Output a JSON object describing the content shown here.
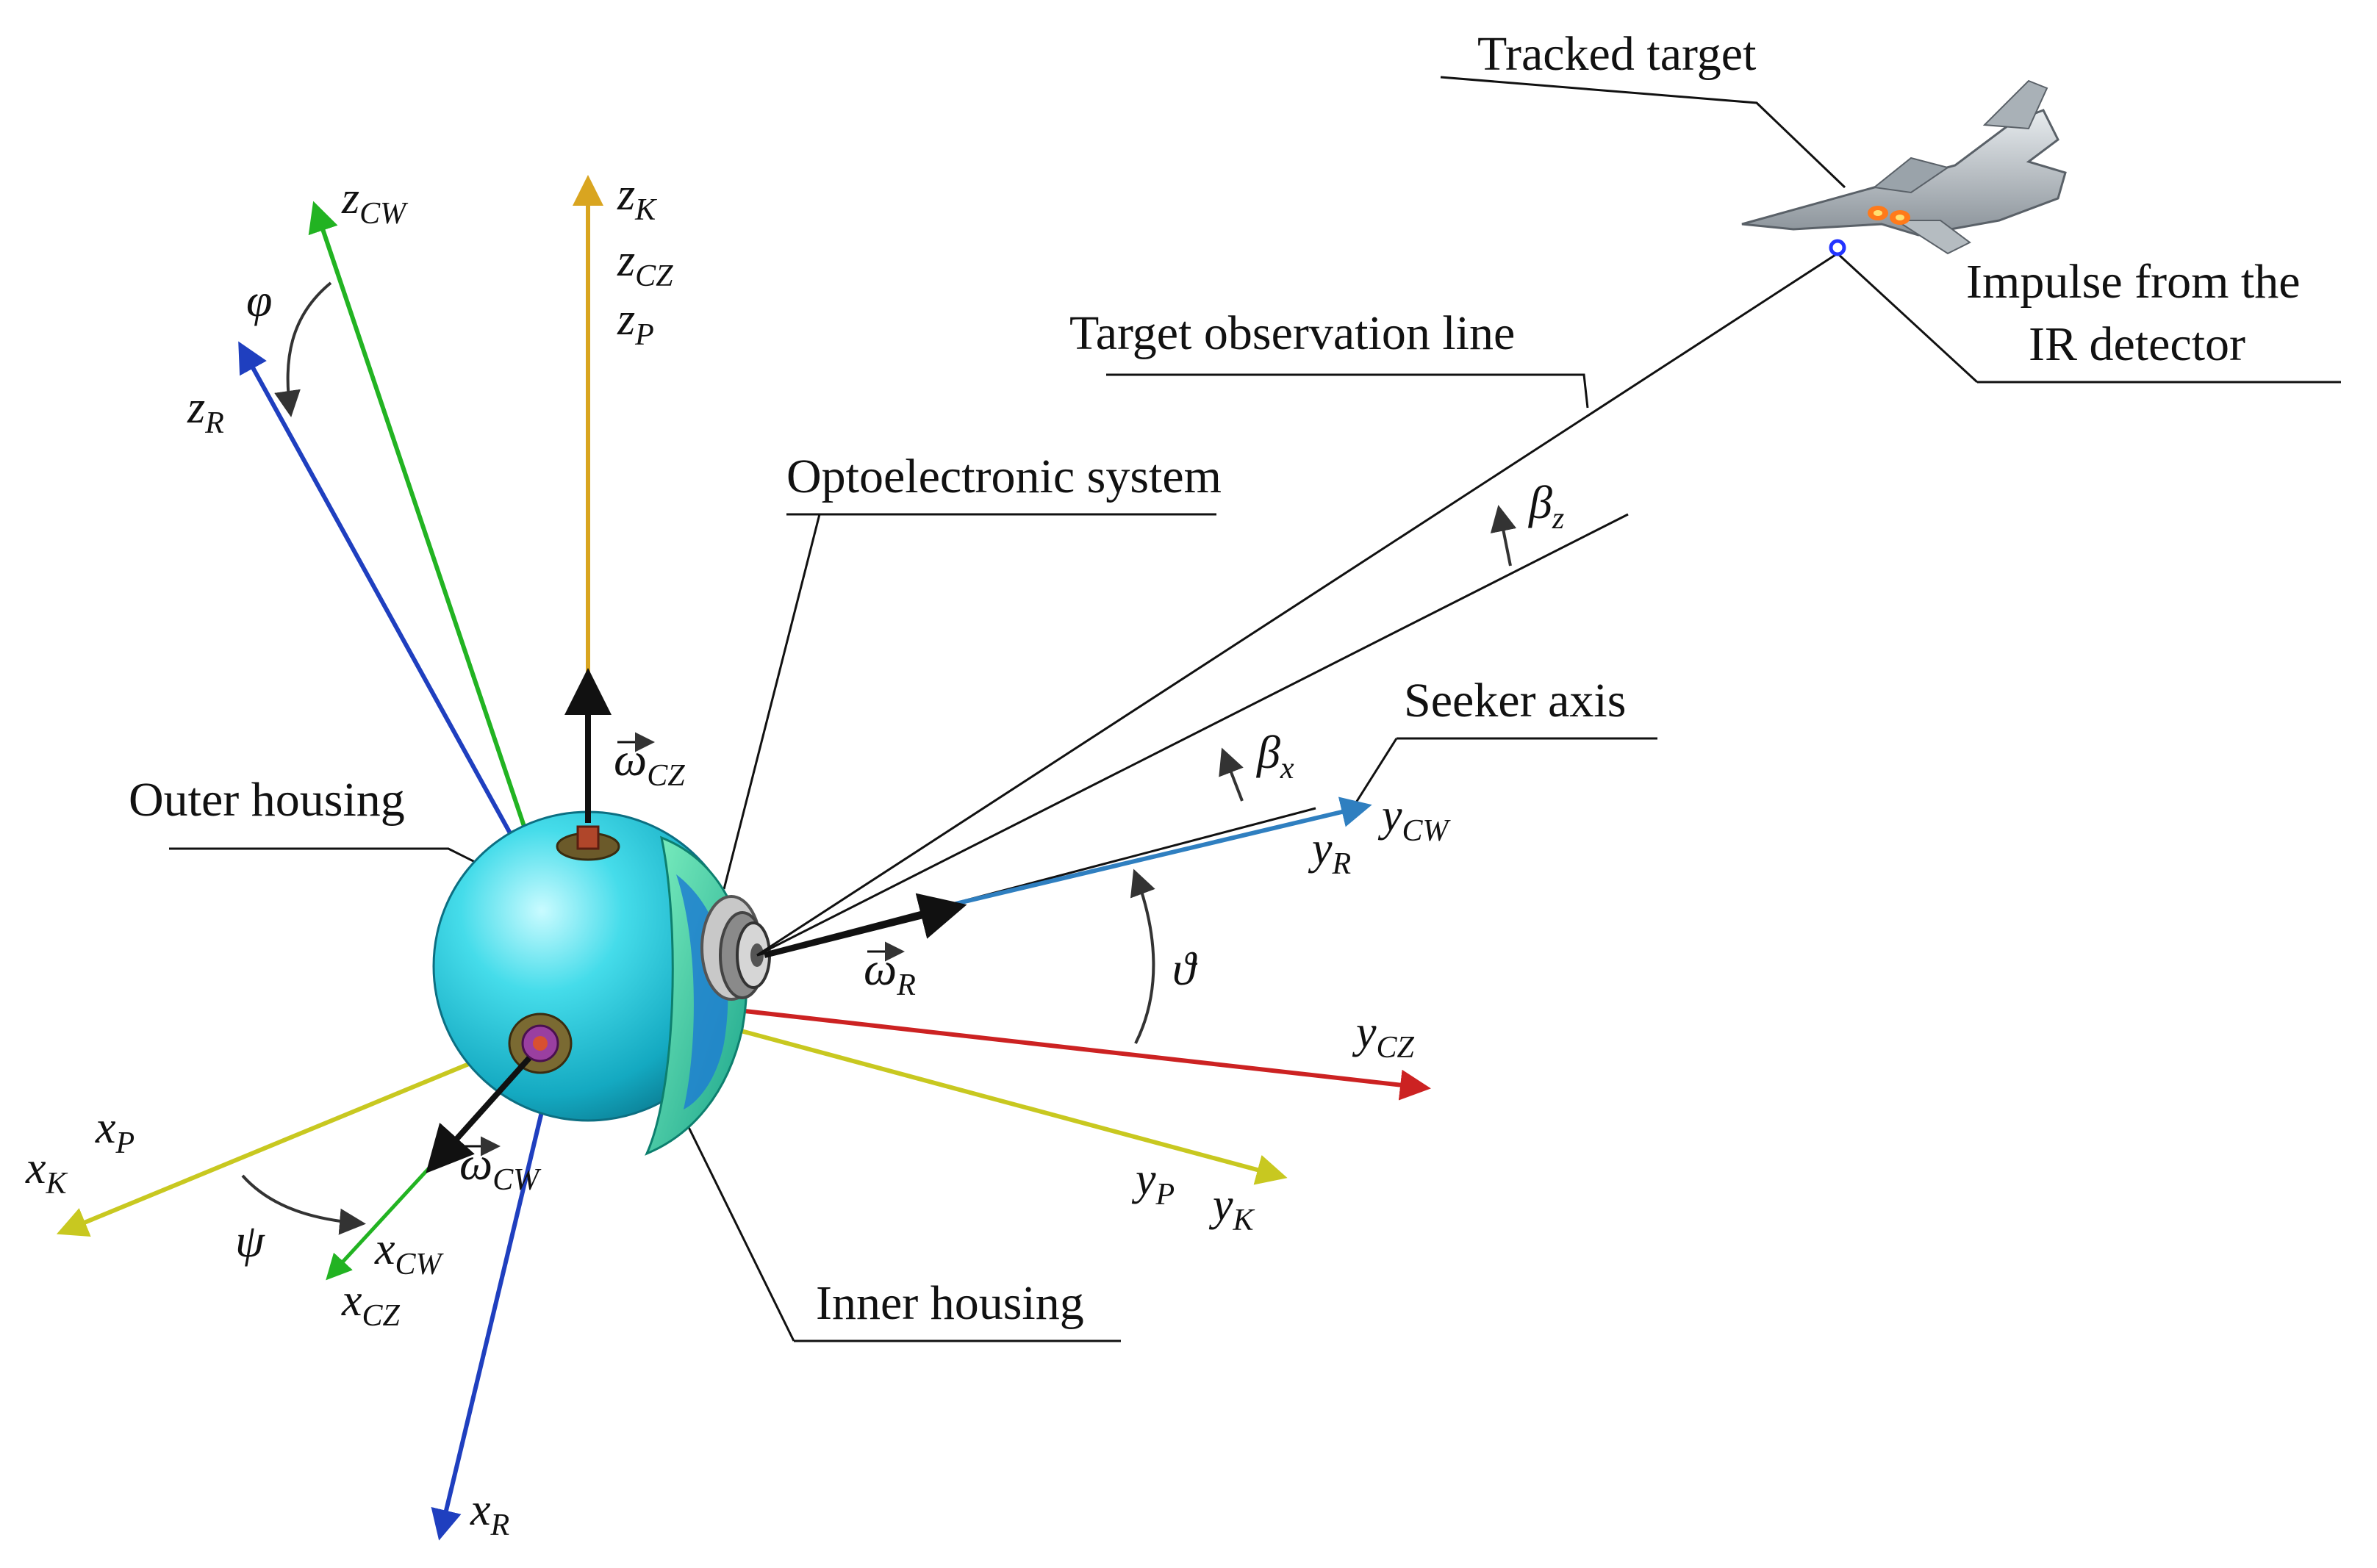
{
  "labels": {
    "tracked_target": "Tracked target",
    "impulse_line1": "Impulse from the",
    "impulse_line2": "IR detector",
    "target_observation_line": "Target observation line",
    "optoelectronic_system": "Optoelectronic system",
    "seeker_axis": "Seeker axis",
    "outer_housing": "Outer housing",
    "inner_housing": "Inner housing"
  },
  "axes": {
    "z_cw": {
      "base": "z",
      "sub": "CW"
    },
    "z_r": {
      "base": "z",
      "sub": "R"
    },
    "z_k": {
      "base": "z",
      "sub": "K"
    },
    "z_cz": {
      "base": "z",
      "sub": "CZ"
    },
    "z_p": {
      "base": "z",
      "sub": "P"
    },
    "y_cw": {
      "base": "y",
      "sub": "CW"
    },
    "y_r": {
      "base": "y",
      "sub": "R"
    },
    "y_cz": {
      "base": "y",
      "sub": "CZ"
    },
    "y_p": {
      "base": "y",
      "sub": "P"
    },
    "y_k": {
      "base": "y",
      "sub": "K"
    },
    "x_k": {
      "base": "x",
      "sub": "K"
    },
    "x_p": {
      "base": "x",
      "sub": "P"
    },
    "x_cw": {
      "base": "x",
      "sub": "CW"
    },
    "x_cz": {
      "base": "x",
      "sub": "CZ"
    },
    "x_r": {
      "base": "x",
      "sub": "R"
    }
  },
  "angles": {
    "phi": "φ",
    "psi": "ψ",
    "theta": "ϑ",
    "beta_z": {
      "base": "β",
      "sub": "z"
    },
    "beta_x": {
      "base": "β",
      "sub": "x"
    }
  },
  "vectors": {
    "omega_cz": {
      "base": "ω",
      "sub": "CZ"
    },
    "omega_r": {
      "base": "ω",
      "sub": "R"
    },
    "omega_cw": {
      "base": "ω",
      "sub": "CW"
    }
  },
  "colors": {
    "green_axis": "#22b322",
    "blue_axis": "#1f3fbf",
    "gold_axis": "#d9a520",
    "red_axis": "#cc2222",
    "yellow_axis": "#c8c820",
    "seeker_axis": "#2f7fc0",
    "sphere": "#3fd0e0",
    "marker": "#2233ff"
  },
  "icons": {
    "aircraft": "fighter-jet-icon",
    "sphere": "gimbal-sphere-icon"
  }
}
